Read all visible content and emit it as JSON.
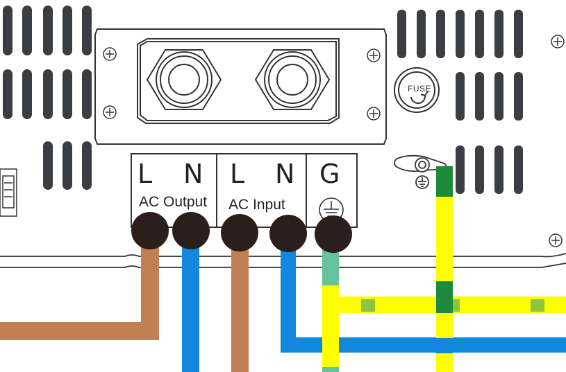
{
  "terminal_block": {
    "terminals": [
      {
        "letter": "L"
      },
      {
        "letter": "N"
      },
      {
        "letter": "L"
      },
      {
        "letter": "N"
      },
      {
        "letter": "G"
      }
    ],
    "groups": [
      {
        "label": "AC Output"
      },
      {
        "label": "AC Input"
      }
    ],
    "ground_symbol": "earth-ground-icon"
  },
  "fuse": {
    "label": "FUSE"
  },
  "wires": [
    {
      "name": "output-live",
      "color": "#c17f52"
    },
    {
      "name": "output-neutral",
      "color": "#1188dd"
    },
    {
      "name": "input-live",
      "color": "#c17f52"
    },
    {
      "name": "input-neutral",
      "color": "#1188dd"
    },
    {
      "name": "ground",
      "color": "#ffff00",
      "stripe": "#1e8a3e"
    }
  ],
  "colors": {
    "chassis": "#3a3d41",
    "outline": "#333333",
    "cable_head": "#2a1f1a",
    "ground_tint": "#66c29a"
  }
}
